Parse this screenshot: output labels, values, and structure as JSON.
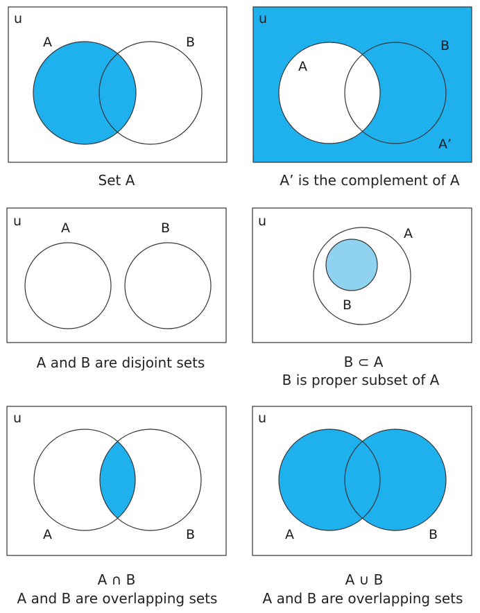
{
  "colors": {
    "fill": "#1FB1EE",
    "subset_fill": "#8FD3F0",
    "stroke": "#333333",
    "background": "#FFFFFF"
  },
  "panels": [
    {
      "universe_label": "u",
      "label_a": "A",
      "label_b": "B",
      "caption": "Set A"
    },
    {
      "universe_label": "u",
      "label_a": "A",
      "label_b": "B",
      "label_complement": "A’",
      "caption": "A’ is the complement of A"
    },
    {
      "universe_label": "u",
      "label_a": "A",
      "label_b": "B",
      "caption": "A and B are disjoint sets"
    },
    {
      "universe_label": "u",
      "label_a": "A",
      "label_b": "B",
      "caption_line1": "B ⊂ A",
      "caption_line2": "B is proper subset of A"
    },
    {
      "universe_label": "u",
      "label_a": "A",
      "label_b": "B",
      "caption_line1": "A ∩ B",
      "caption_line2": "A and B are overlapping sets"
    },
    {
      "universe_label": "u",
      "label_a": "A",
      "label_b": "B",
      "caption_line1": "A ∪ B",
      "caption_line2": "A and B are overlapping sets"
    }
  ]
}
